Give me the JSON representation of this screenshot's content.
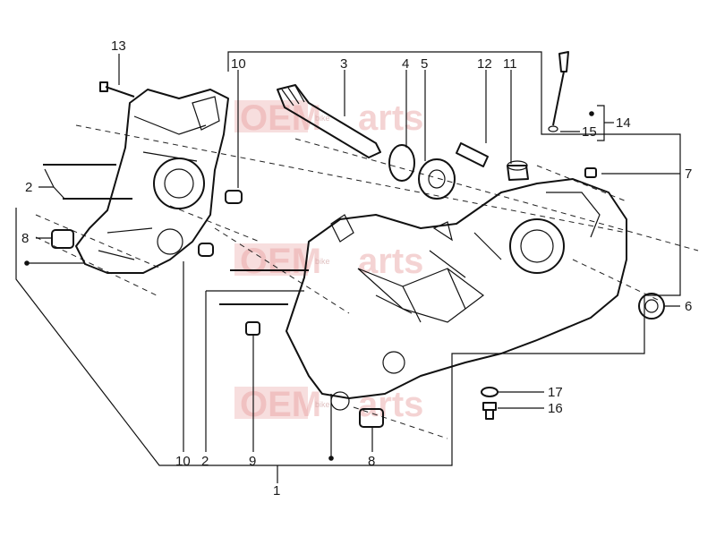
{
  "watermark": {
    "text_left": "OEM",
    "text_right": "arts",
    "badge": "bike"
  },
  "callouts": {
    "n1": "1",
    "n2": "2",
    "n3": "3",
    "n4": "4",
    "n5": "5",
    "n6": "6",
    "n7": "7",
    "n8": "8",
    "n9": "9",
    "n10": "10",
    "n11": "11",
    "n12": "12",
    "n13": "13",
    "n14": "14",
    "n15": "15",
    "n16": "16",
    "n17": "17"
  },
  "colors": {
    "line": "#111111",
    "watermark": "#e8a0a0"
  }
}
